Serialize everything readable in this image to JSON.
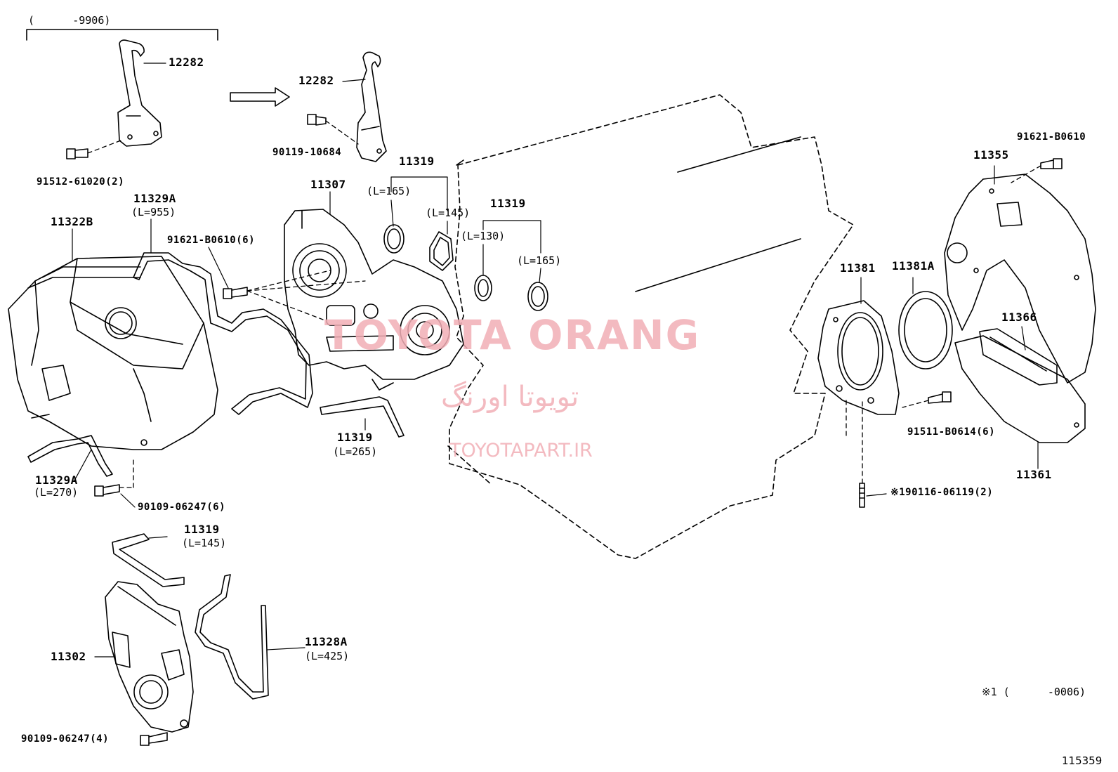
{
  "header": {
    "range": "(      -9906)"
  },
  "footnote": "※1 (      -0006)",
  "figure_number": "115359",
  "watermark": {
    "brand": "TOYOTA ORANG",
    "persian": "تویوتا اورنگ",
    "site": "TOYOTAPART.IR"
  },
  "parts": {
    "p12282_a": "12282",
    "p12282_b": "12282",
    "p91512": "91512-61020(2)",
    "p90119": "90119-10684",
    "p11319_a": "11319",
    "p11319_a_l1": "(L=165)",
    "p11319_a_l2": "(L=145)",
    "p11307": "11307",
    "p11329A_a": "11329A",
    "p11329A_a_l": "(L=955)",
    "p11322B": "11322B",
    "p91621_b": "91621-B0610(6)",
    "p11319_b": "11319",
    "p11319_b_l1": "(L=130)",
    "p11319_b_l2": "(L=165)",
    "p11319_c": "11319",
    "p11319_c_l": "(L=265)",
    "p11329A_b": "11329A",
    "p11329A_b_l": "(L=270)",
    "p90109_a": "90109-06247(6)",
    "p11319_d": "11319",
    "p11319_d_l": "(L=145)",
    "p11302": "11302",
    "p11328A": "11328A",
    "p11328A_l": "(L=425)",
    "p90109_b": "90109-06247(4)",
    "p91621_a": "91621-B0610",
    "p11355": "11355",
    "p11381": "11381",
    "p11381A": "11381A",
    "p11366": "11366",
    "p91511": "91511-B0614(6)",
    "p11361": "11361",
    "p90116": "※190116-06119(2)"
  }
}
